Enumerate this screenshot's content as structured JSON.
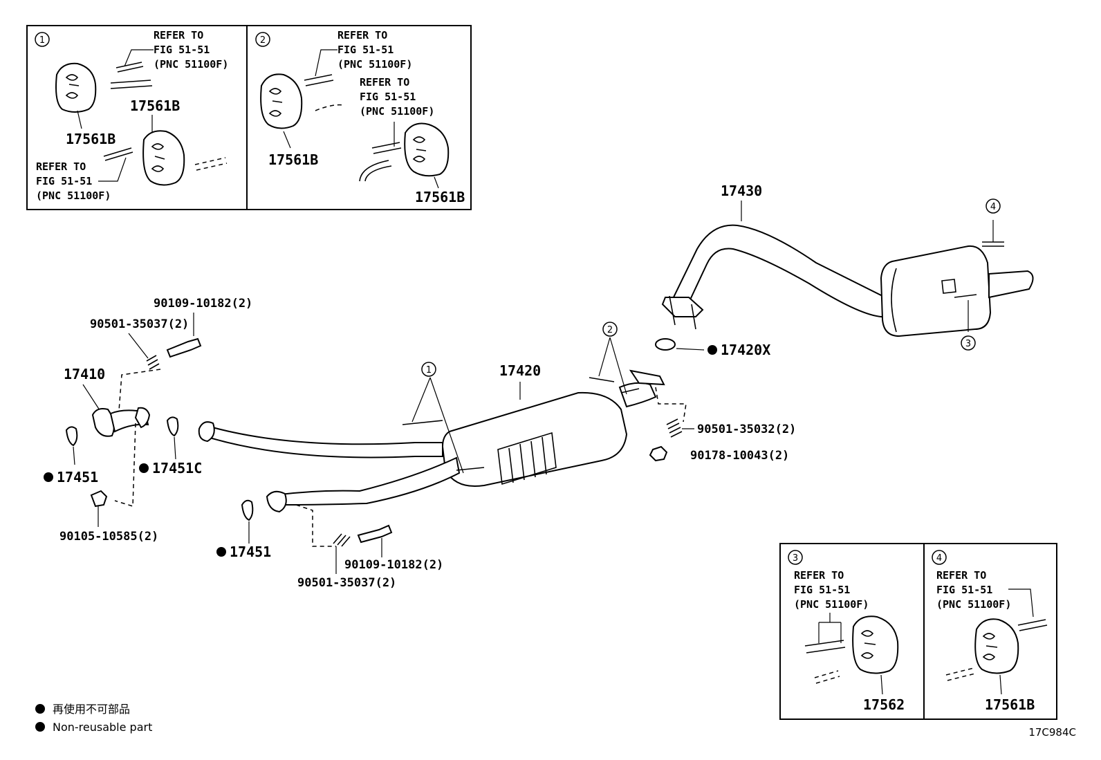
{
  "refer": {
    "line1": "REFER TO",
    "line2": "FIG 51-51",
    "line3": "(PNC 51100F)"
  },
  "callouts": {
    "c1": "1",
    "c2": "2",
    "c3": "3",
    "c4": "4"
  },
  "parts": {
    "hanger_b": "17561B",
    "hanger_562": "17562",
    "tail_pipe": "17430",
    "center_pipe": "17420",
    "gasket_x": "17420X",
    "front_pipe": "17410",
    "gasket_451": "17451",
    "gasket_451c": "17451C",
    "bolt_10182": "90109-10182(2)",
    "spring_35037": "90501-35037(2)",
    "spring_35032": "90501-35032(2)",
    "nut_10043": "90178-10043(2)",
    "bolt_10585": "90105-10585(2)"
  },
  "legend": {
    "jp": "再使用不可部品",
    "en": "Non-reusable part"
  },
  "figure_code": "17C984C"
}
